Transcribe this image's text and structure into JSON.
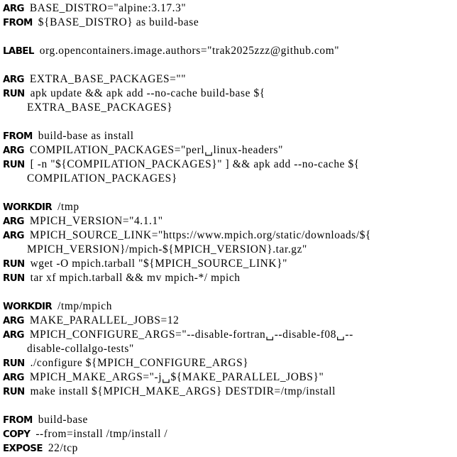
{
  "lines": [
    {
      "kw": "ARG",
      "text": "BASE_DISTRO=\"alpine:3.17.3\""
    },
    {
      "kw": "FROM",
      "text": "${BASE_DISTRO} as build-base"
    },
    {
      "kw": "",
      "text": ""
    },
    {
      "kw": "LABEL",
      "text": "org.opencontainers.image.authors=\"trak2025zzz@github.com\""
    },
    {
      "kw": "",
      "text": ""
    },
    {
      "kw": "ARG",
      "text": "EXTRA_BASE_PACKAGES=\"\""
    },
    {
      "kw": "RUN",
      "text": "apk update && apk add --no-cache build-base ${"
    },
    {
      "kw": "",
      "text": "EXTRA_BASE_PACKAGES}"
    },
    {
      "kw": "",
      "text": ""
    },
    {
      "kw": "FROM",
      "text": "build-base as install"
    },
    {
      "kw": "ARG",
      "text": "COMPILATION_PACKAGES=\"perl␣linux-headers\""
    },
    {
      "kw": "RUN",
      "text": "[ -n \"${COMPILATION_PACKAGES}\" ] && apk add --no-cache ${"
    },
    {
      "kw": "",
      "text": "COMPILATION_PACKAGES}"
    },
    {
      "kw": "",
      "text": ""
    },
    {
      "kw": "WORKDIR",
      "text": "/tmp"
    },
    {
      "kw": "ARG",
      "text": "MPICH_VERSION=\"4.1.1\""
    },
    {
      "kw": "ARG",
      "text": "MPICH_SOURCE_LINK=\"https://www.mpich.org/static/downloads/${"
    },
    {
      "kw": "",
      "text": "MPICH_VERSION}/mpich-${MPICH_VERSION}.tar.gz\""
    },
    {
      "kw": "RUN",
      "text": "wget -O mpich.tarball \"${MPICH_SOURCE_LINK}\""
    },
    {
      "kw": "RUN",
      "text": "tar xf mpich.tarball && mv mpich-*/ mpich"
    },
    {
      "kw": "",
      "text": ""
    },
    {
      "kw": "WORKDIR",
      "text": "/tmp/mpich"
    },
    {
      "kw": "ARG",
      "text": "MAKE_PARALLEL_JOBS=12"
    },
    {
      "kw": "ARG",
      "text": "MPICH_CONFIGURE_ARGS=\"--disable-fortran␣--disable-f08␣--"
    },
    {
      "kw": "",
      "text": "disable-collalgo-tests\""
    },
    {
      "kw": "RUN",
      "text": "./configure ${MPICH_CONFIGURE_ARGS}"
    },
    {
      "kw": "ARG",
      "text": "MPICH_MAKE_ARGS=\"-j␣${MAKE_PARALLEL_JOBS}\""
    },
    {
      "kw": "RUN",
      "text": "make install ${MPICH_MAKE_ARGS} DESTDIR=/tmp/install"
    },
    {
      "kw": "",
      "text": ""
    },
    {
      "kw": "FROM",
      "text": "build-base"
    },
    {
      "kw": "COPY",
      "text": "--from=install /tmp/install /"
    },
    {
      "kw": "EXPOSE",
      "text": "22/tcp"
    }
  ]
}
